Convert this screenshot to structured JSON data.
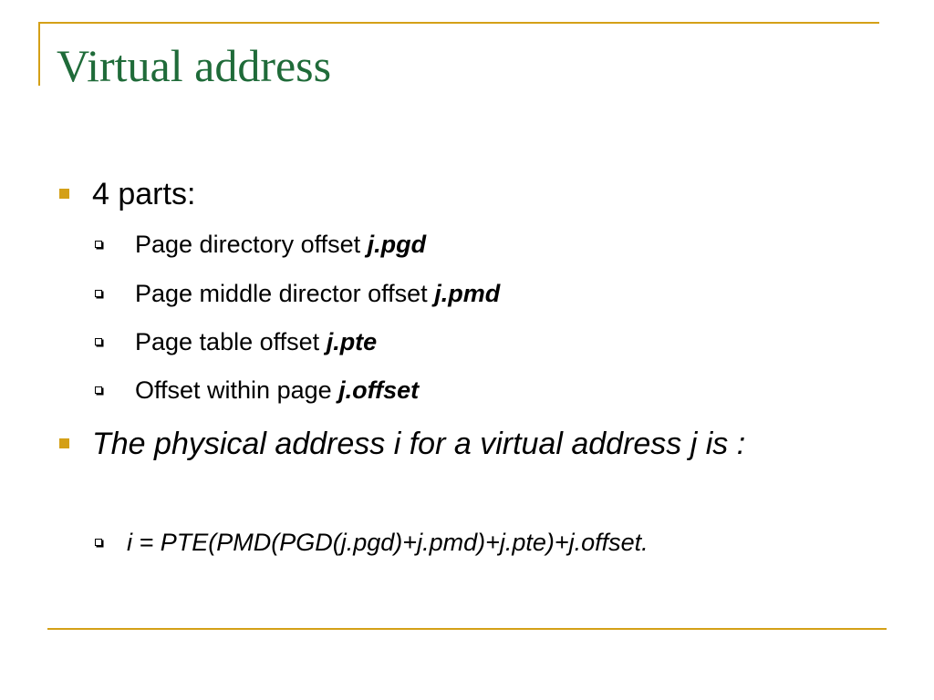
{
  "slide": {
    "title": "Virtual address",
    "bullets": [
      {
        "text": "4 parts:",
        "subitems": [
          {
            "label": "Page directory offset",
            "var": "j.pgd"
          },
          {
            "label": "Page middle director offset",
            "var": "j.pmd"
          },
          {
            "label": "Page table offset",
            "var": "j.pte"
          },
          {
            "label": "Offset within page",
            "var": "j.offset"
          }
        ]
      },
      {
        "text": "The physical address i for a virtual address j is :",
        "subitems": [
          {
            "label": "i = PTE(PMD(PGD(j.pgd)+j.pmd)+j.pte)+j.offset."
          }
        ]
      }
    ]
  },
  "colors": {
    "title": "#1f6b39",
    "accent": "#d4a017",
    "text": "#000000"
  },
  "icons": {
    "level1_bullet": "filled-square-bullet",
    "level2_bullet": "hollow-square-bullet"
  }
}
